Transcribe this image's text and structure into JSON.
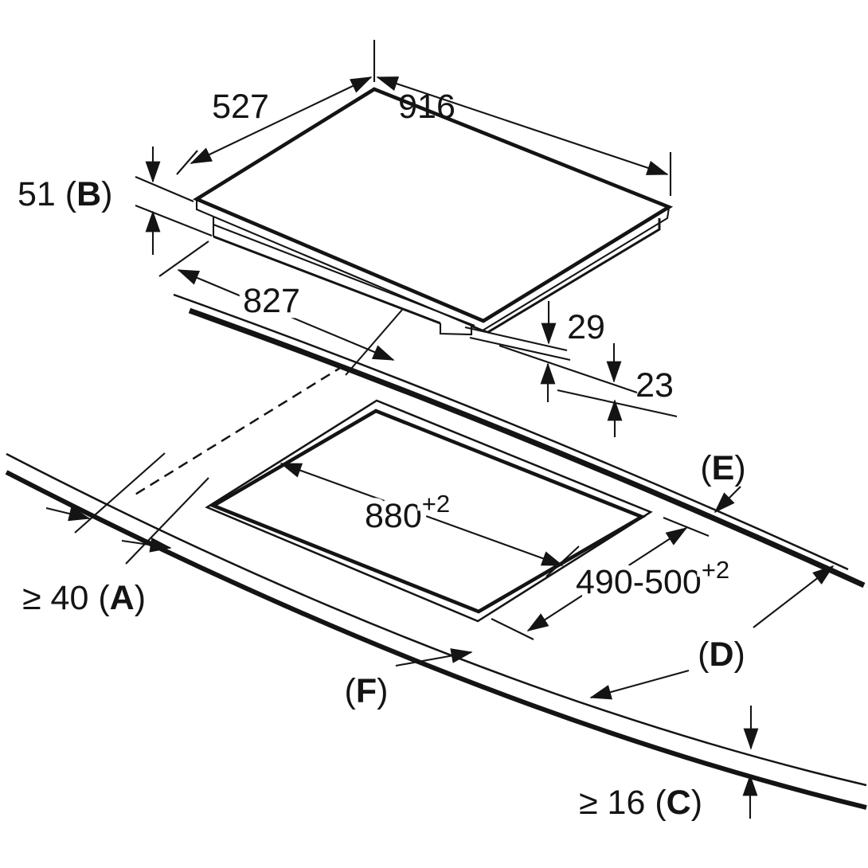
{
  "diagram": {
    "kind": "hob-installation-dimension-drawing",
    "unit_note": "dimensions shown as plain numbers (mm)",
    "colors": {
      "line": "#141414",
      "background": "#ffffff"
    },
    "hob": {
      "width": "916",
      "depth": "527",
      "height": {
        "pre": "51 (",
        "letter": "B",
        "post": ")"
      },
      "base_width": "827",
      "base_step_height": "29",
      "recess_height": "23"
    },
    "cutout": {
      "width": {
        "value": "880",
        "tolerance": "+2"
      },
      "depth": {
        "value": "490-500",
        "tolerance": "+2"
      }
    },
    "clearances": {
      "rear_min": {
        "pre": "≥ 40 (",
        "letter": "A",
        "post": ")"
      },
      "worktop_thickness_min": {
        "pre": "≥ 16 (",
        "letter": "C",
        "post": ")"
      }
    },
    "references": {
      "e": {
        "pre": "(",
        "letter": "E",
        "post": ")"
      },
      "d": {
        "pre": "(",
        "letter": "D",
        "post": ")"
      },
      "f": {
        "pre": "(",
        "letter": "F",
        "post": ")"
      }
    }
  }
}
